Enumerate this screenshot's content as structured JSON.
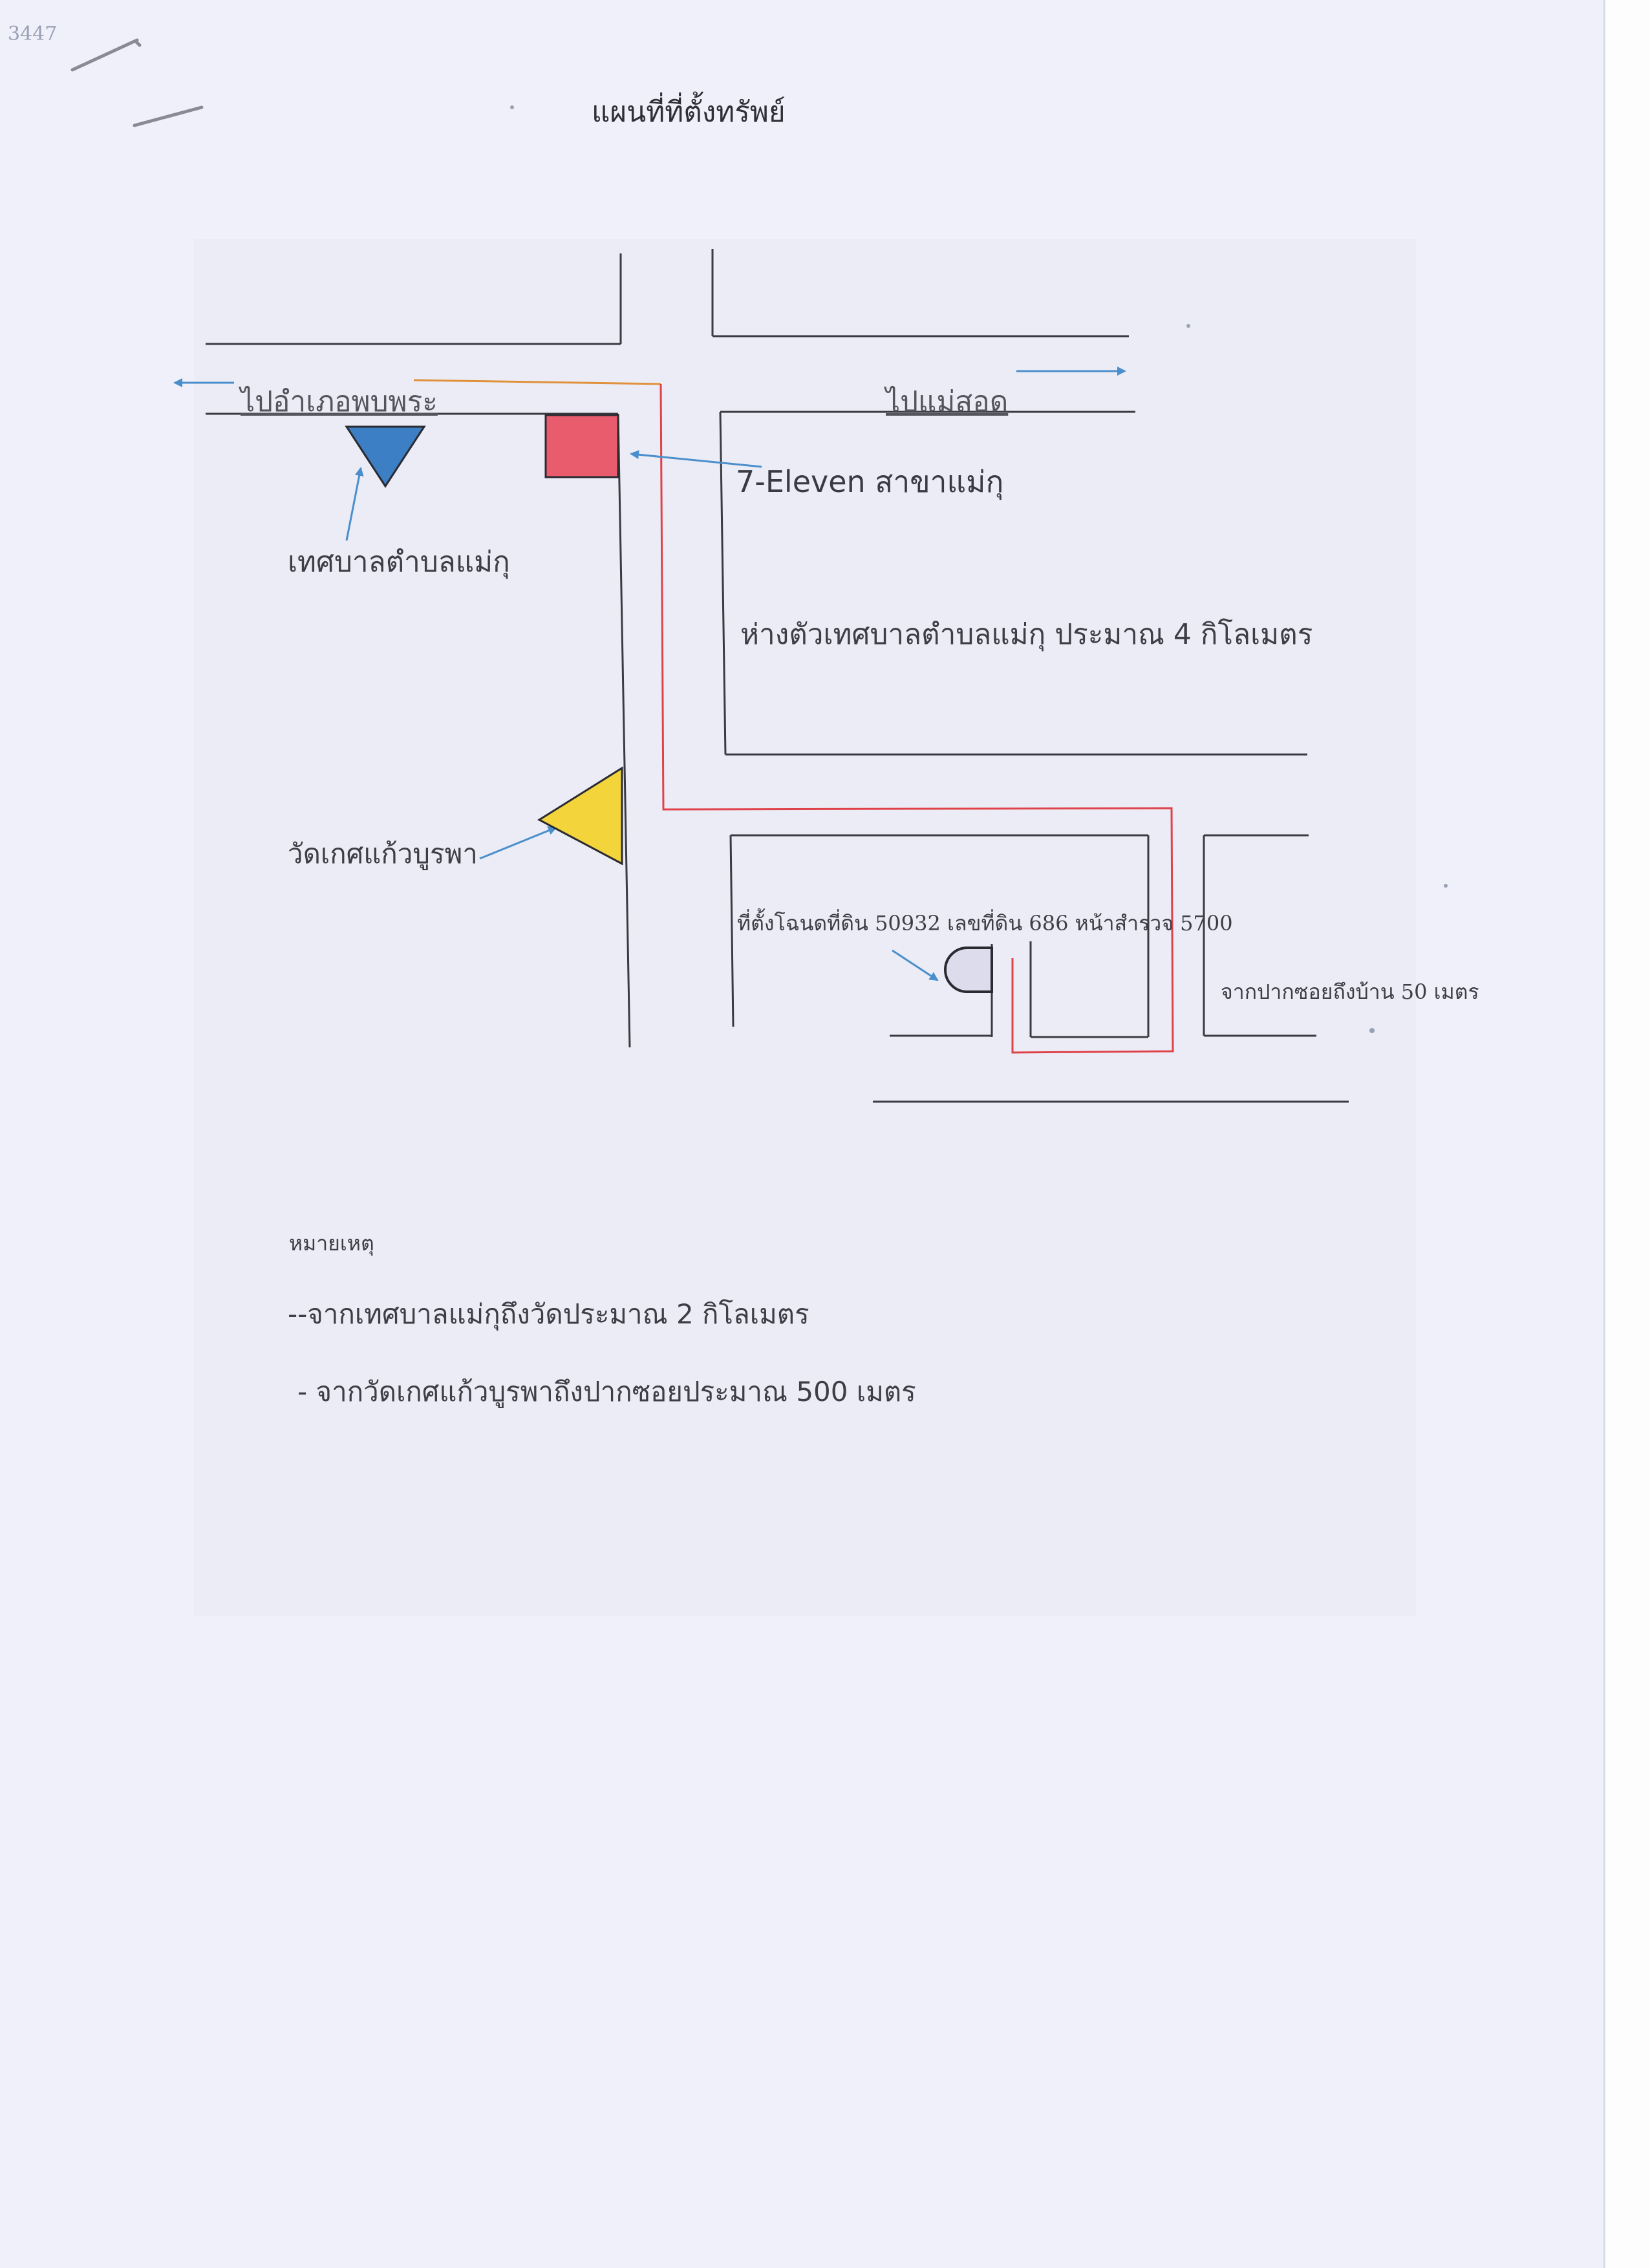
{
  "document": {
    "title": "แผนที่ที่ตั้งทรัพย์",
    "handwritten_mark": "3447"
  },
  "map": {
    "direction_labels": {
      "west": "ไปอำเภอพบพระ",
      "east": "ไปแม่สอด"
    },
    "landmarks": {
      "seven_eleven": "7-Eleven สาขาแม่กุ",
      "municipality": "เทศบาลตำบลแม่กุ",
      "temple": "วัดเกศแก้วบูรพา"
    },
    "distance_note": "ห่างตัวเทศบาลตำบลแม่กุ ประมาณ 4 กิโลเมตร",
    "property_label": "ที่ตั้งโฉนดที่ดิน 50932 เลขที่ดิน 686 หน้าสำรวจ 5700",
    "soi_to_house": "จากปากซอยถึงบ้าน 50 เมตร",
    "colors": {
      "road_line": "#3a3a42",
      "route_red": "#e0424a",
      "route_orange": "#e0913a",
      "arrow_blue": "#4a8fcc",
      "municipality_marker": "#3d7fc4",
      "seven_eleven_marker": "#e95c6e",
      "temple_marker": "#f3d43a",
      "property_marker": "#dcdcec"
    },
    "icons": {
      "municipality_marker": "inverted-triangle",
      "seven_eleven_marker": "square",
      "temple_marker": "triangle",
      "property_marker": "half-round"
    }
  },
  "notes": {
    "title": "หมายเหตุ",
    "items": [
      "--จากเทศบาลแม่กุถึงวัดประมาณ 2 กิโลเมตร",
      "- จากวัดเกศแก้วบูรพาถึงปากซอยประมาณ 500 เมตร"
    ]
  }
}
